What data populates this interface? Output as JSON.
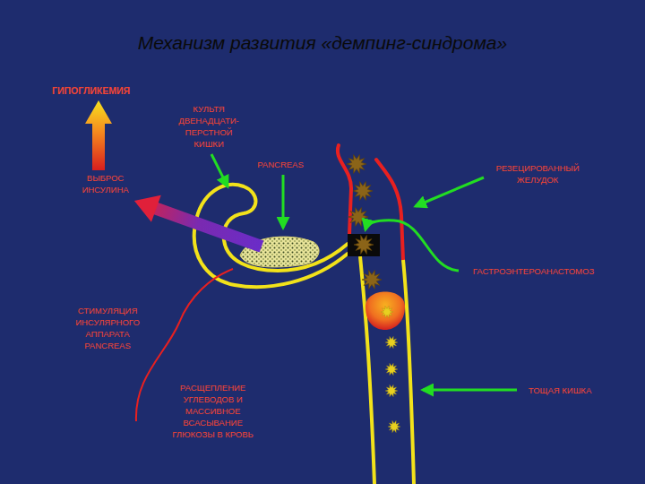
{
  "diagram": {
    "title": "Механизм развития «демпинг-синдрома»",
    "labels": [
      "ГИПОГЛИКЕМИЯ",
      "КУЛЬТЯ ДВЕНАДЦАТИ-ПЕРСТНОЙ КИШКИ",
      "PANCREAS",
      "ВЫБРОС ИНСУЛИНА",
      "РЕЗЕЦИРОВАННЫЙ ЖЕЛУДОК",
      "ГАСТРОЭНТЕРОАНАСТОМОЗ",
      "СТИМУЛЯЦИЯ ИНСУЛЯРНОГО АППАРАТА PANCREAS",
      "РАСЩЕПЛЕНИЕ УГЛЕВОДОВ И МАССИВНОЕ ВСАСЫВАНИЕ ГЛЮКОЗЫ В КРОВЬ",
      "ТОЩАЯ КИШКА"
    ]
  }
}
